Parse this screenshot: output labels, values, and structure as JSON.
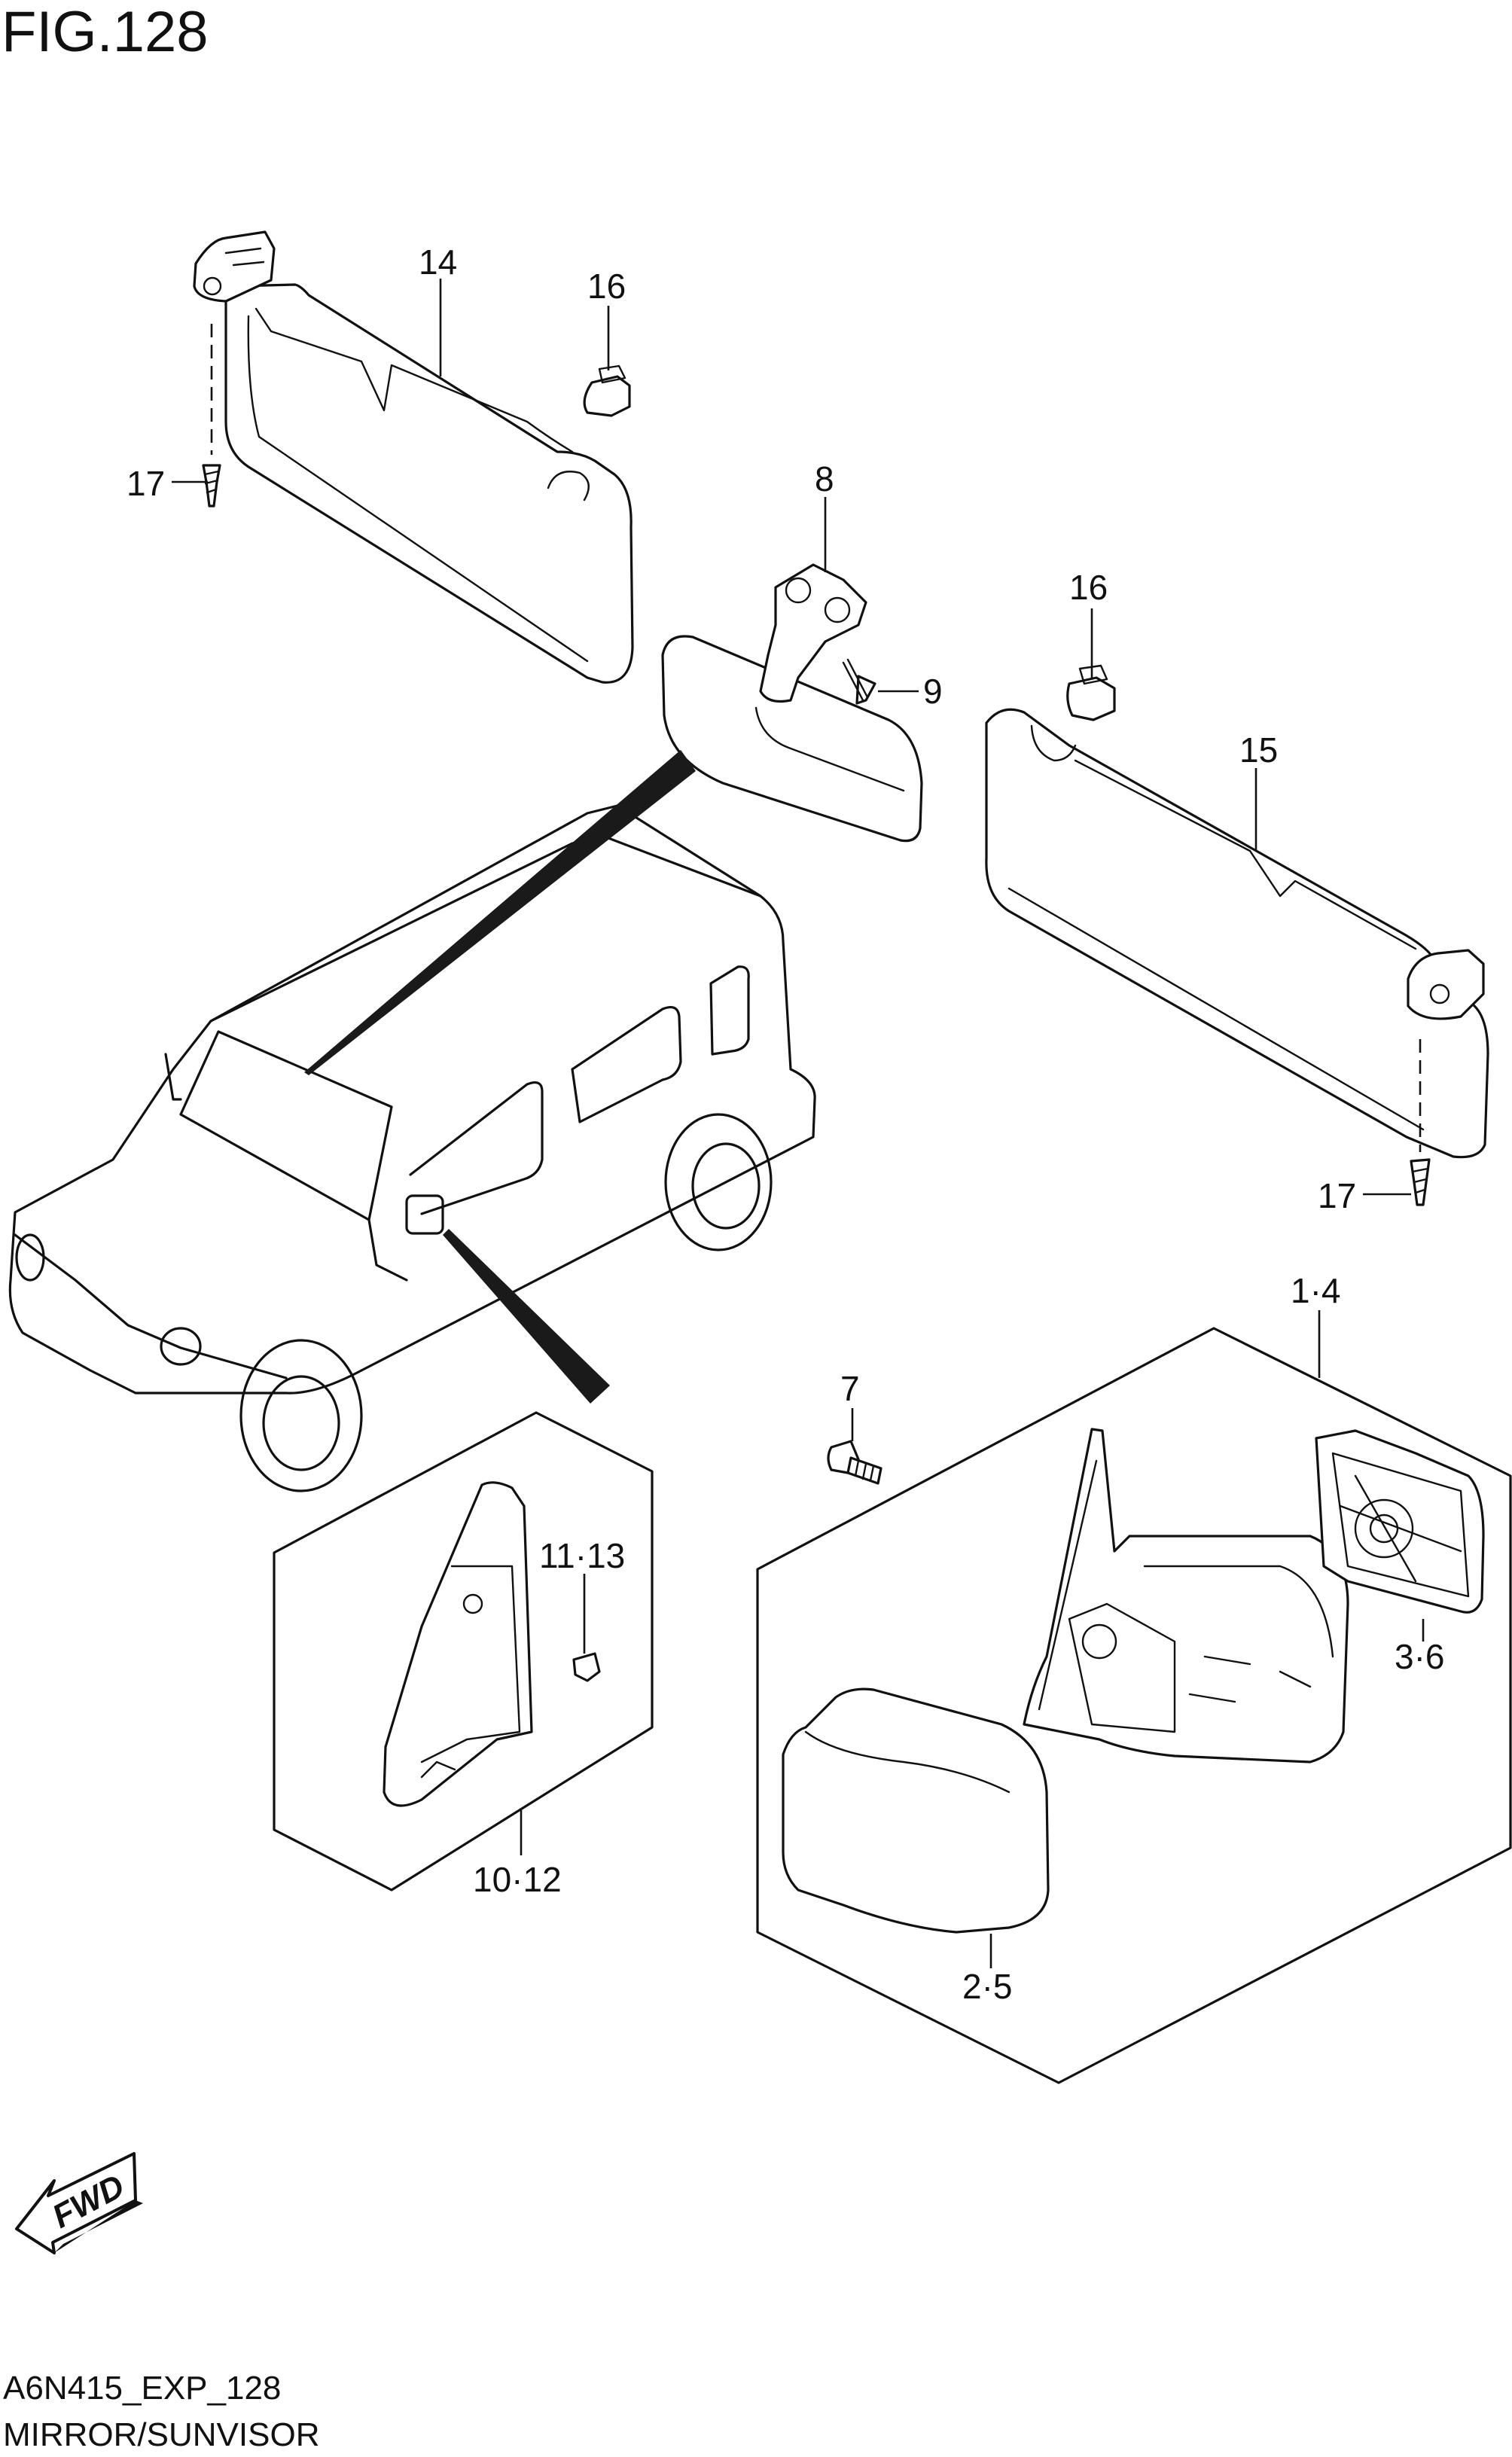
{
  "figure": {
    "title": "FIG.128",
    "code": "A6N415_EXP_128",
    "name": "MIRROR/SUNVISOR"
  },
  "fwd_badge": "FWD",
  "callouts": [
    {
      "id": "c14",
      "text": "14"
    },
    {
      "id": "c16a",
      "text": "16"
    },
    {
      "id": "c17a",
      "text": "17"
    },
    {
      "id": "c8",
      "text": "8"
    },
    {
      "id": "c9",
      "text": "9"
    },
    {
      "id": "c16b",
      "text": "16"
    },
    {
      "id": "c15",
      "text": "15"
    },
    {
      "id": "c17b",
      "text": "17"
    },
    {
      "id": "c14r",
      "text": "1·4"
    },
    {
      "id": "c7",
      "text": "7"
    },
    {
      "id": "c1113",
      "text": "11·13"
    },
    {
      "id": "c36",
      "text": "3·6"
    },
    {
      "id": "c1012",
      "text": "10·12"
    },
    {
      "id": "c25",
      "text": "2·5"
    }
  ]
}
